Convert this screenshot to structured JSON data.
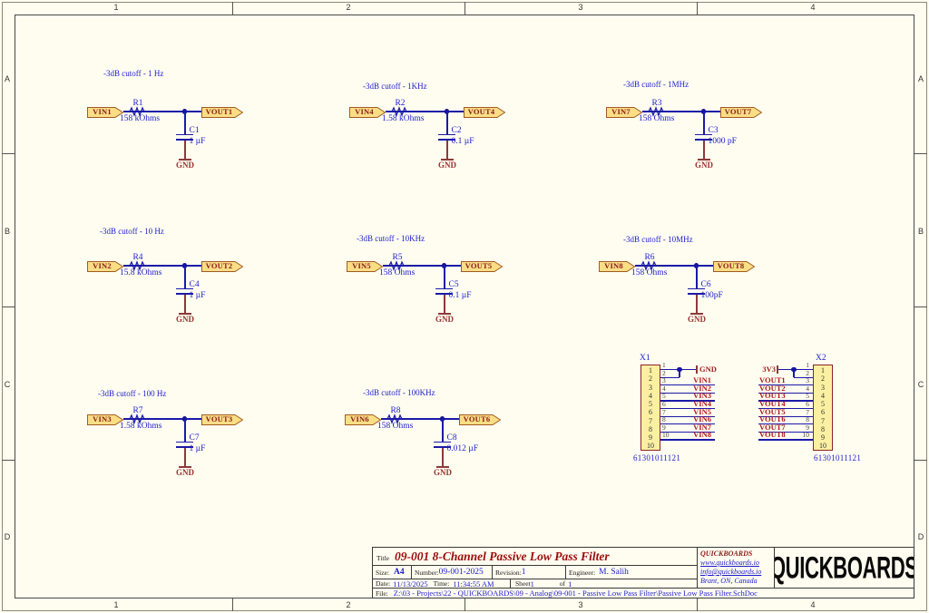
{
  "sheet": {
    "zones": {
      "columns": [
        "1",
        "2",
        "3",
        "4"
      ],
      "rows": [
        "A",
        "B",
        "C",
        "D"
      ]
    }
  },
  "labels": {
    "gnd": "GND"
  },
  "colors": {
    "sheet_background": "#FFFDF0",
    "wire_blue": "#1A1AA8",
    "text_blue": "#1C1CCF",
    "net_label_red": "#B01818",
    "power_maroon": "#993333",
    "port_fill": "#F9DE86",
    "port_border": "#A35B22",
    "port_text": "#8B1A1A",
    "connector_fill": "#FBF0A2",
    "connector_border": "#8B2323",
    "title_red": "#9B0A0A"
  },
  "filters": [
    {
      "cutoff_label": "-3dB cutoff - 1 Hz",
      "input": "VIN1",
      "output": "VOUT1",
      "r_des": "R1",
      "r_val": "158 kOhms",
      "c_des": "C1",
      "c_val": "1 µF"
    },
    {
      "cutoff_label": "-3dB cutoff - 1KHz",
      "input": "VIN4",
      "output": "VOUT4",
      "r_des": "R2",
      "r_val": "1.58 kOhms",
      "c_des": "C2",
      "c_val": "0.1 µF"
    },
    {
      "cutoff_label": "-3dB cutoff - 1MHz",
      "input": "VIN7",
      "output": "VOUT7",
      "r_des": "R3",
      "r_val": "158 Ohms",
      "c_des": "C3",
      "c_val": "1000 pF"
    },
    {
      "cutoff_label": "-3dB cutoff - 10 Hz",
      "input": "VIN2",
      "output": "VOUT2",
      "r_des": "R4",
      "r_val": "15.8 kOhms",
      "c_des": "C4",
      "c_val": "1 µF"
    },
    {
      "cutoff_label": "-3dB cutoff - 10KHz",
      "input": "VIN5",
      "output": "VOUT5",
      "r_des": "R5",
      "r_val": "158 Ohms",
      "c_des": "C5",
      "c_val": "0.1 µF"
    },
    {
      "cutoff_label": "-3dB cutoff - 10MHz",
      "input": "VIN8",
      "output": "VOUT8",
      "r_des": "R6",
      "r_val": "158 Ohms",
      "c_des": "C6",
      "c_val": "100pF"
    },
    {
      "cutoff_label": "-3dB cutoff - 100 Hz",
      "input": "VIN3",
      "output": "VOUT3",
      "r_des": "R7",
      "r_val": "1.58 kOhms",
      "c_des": "C7",
      "c_val": "1 µF"
    },
    {
      "cutoff_label": "-3dB cutoff - 100KHz",
      "input": "VIN6",
      "output": "VOUT6",
      "r_des": "R8",
      "r_val": "158 Ohms",
      "c_des": "C8",
      "c_val": "0.012 µF"
    }
  ],
  "connectors": {
    "x1": {
      "designator": "X1",
      "part_number": "61301011121",
      "power_net": "GND",
      "pins": [
        "1",
        "2",
        "3",
        "4",
        "5",
        "6",
        "7",
        "8",
        "9",
        "10"
      ],
      "nets": [
        "VIN1",
        "VIN2",
        "VIN3",
        "VIN4",
        "VIN5",
        "VIN6",
        "VIN7",
        "VIN8"
      ]
    },
    "x2": {
      "designator": "X2",
      "part_number": "61301011121",
      "power_net": "3V3",
      "pins": [
        "1",
        "2",
        "3",
        "4",
        "5",
        "6",
        "7",
        "8",
        "9",
        "10"
      ],
      "nets": [
        "VOUT1",
        "VOUT2",
        "VOUT3",
        "VOUT4",
        "VOUT5",
        "VOUT6",
        "VOUT7",
        "VOUT8"
      ]
    }
  },
  "title_block": {
    "title_label": "Title",
    "title": "09-001 8-Channel Passive Low Pass Filter",
    "size_label": "Size:",
    "size": "A4",
    "number_label": "Number:",
    "number": "09-001-2025",
    "revision_label": "Revision:",
    "revision": "1",
    "engineer_label": "Engineer:",
    "engineer": "M. Salih",
    "date_label": "Date:",
    "date": "11/13/2025",
    "time_label": "Time:",
    "time": "11:34:55 AM",
    "sheet_label": "Sheet",
    "sheet_number": "1",
    "of_label": "of",
    "sheet_total": "1",
    "file_label": "File:",
    "file_path": "Z:\\03 - Projects\\22 - QUICKBOARDS\\09 - Analog\\09-001 - Passive Low Pass Filter\\Passive Low Pass Filter.SchDoc",
    "company": {
      "name": "QUICKBOARDS",
      "website": "www.quickboards.io",
      "email": "info@quickboards.io",
      "address": "Brant, ON, Canada",
      "logo_text": "QUICKBOARDS"
    }
  }
}
